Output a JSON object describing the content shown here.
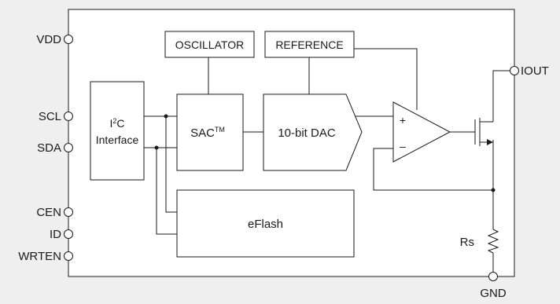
{
  "colors": {
    "background": "#efefef",
    "block_fill": "#ffffff",
    "ink": "#1a1a1a"
  },
  "pins": {
    "vdd": "VDD",
    "scl": "SCL",
    "sda": "SDA",
    "cen": "CEN",
    "id": "ID",
    "wrten": "WRTEN",
    "iout": "IOUT",
    "gnd": "GND"
  },
  "blocks": {
    "i2c_line1_base": "I",
    "i2c_line1_sup": "2",
    "i2c_line1_rest": "C",
    "i2c_line2": "Interface",
    "sac_base": "SAC",
    "sac_mark": "TM",
    "dac": "10-bit DAC",
    "oscillator": "OSCILLATOR",
    "reference": "REFERENCE",
    "eflash": "eFlash"
  },
  "opamp": {
    "plus": "+",
    "minus": "–"
  },
  "resistor": "Rs"
}
